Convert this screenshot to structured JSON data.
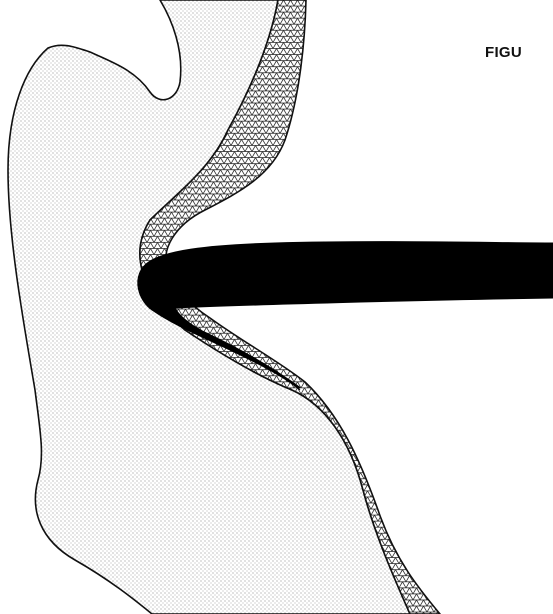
{
  "figure": {
    "label": "FIGU",
    "colors": {
      "background": "#ffffff",
      "outline": "#111111",
      "bone_stipple_dot": "#6f6f6f",
      "layer_crosshatch": "#222222",
      "instrument_fill": "#000000"
    },
    "regions": [
      {
        "name": "stippled-tissue",
        "pattern": "dot-stipple"
      },
      {
        "name": "crosshatched-layer",
        "pattern": "triangular-crosshatch"
      },
      {
        "name": "black-instrument",
        "pattern": "solid"
      }
    ]
  }
}
